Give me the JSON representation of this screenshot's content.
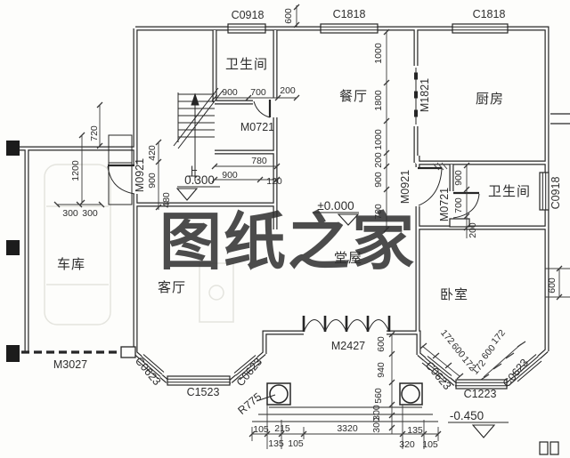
{
  "watermark": {
    "text": "图纸之家",
    "color": "#e03a3a"
  },
  "rooms": {
    "bath_top": "卫生间",
    "dining": "餐厅",
    "kitchen": "厨房",
    "bath_right": "卫生间",
    "garage": "车库",
    "living": "客厅",
    "hall": "堂屋",
    "bedroom": "卧室"
  },
  "openings": {
    "c0918_top": "C0918",
    "c1818_left": "C1818",
    "c1818_right": "C1818",
    "c0918_right": "C0918",
    "m1821": "M1821",
    "m0721_top": "M0721",
    "m0721_right": "M0721",
    "m0921_garage": "M0921",
    "m0921_hall": "M0921",
    "m3027": "M3027",
    "m2427": "M2427",
    "c1523": "C1523",
    "c1223": "C1223",
    "c0623": "C0623",
    "r775": "R775"
  },
  "levels": {
    "up_label": "上",
    "entry": "0.300",
    "main": "±0.000",
    "porch": "-0.450"
  },
  "dims": {
    "top_offset": "600",
    "vchain": [
      "1000",
      "1800",
      "1000",
      "200",
      "900",
      "700"
    ],
    "bath_top_chain": [
      "900",
      "700",
      "200"
    ],
    "pass_780": "780",
    "pass_900": "900",
    "pass_120": "120",
    "left_720": "720",
    "left_1200": "1200",
    "gdoor_420": "420",
    "gdoor_900": "900",
    "gdoor_480": "480",
    "steps": [
      "300",
      "300"
    ],
    "bath_right_chain": [
      "900",
      "700",
      "200"
    ],
    "bed_right": "600",
    "bay_left_chain": [
      "172",
      "600",
      "172"
    ],
    "bay_right_chain": [
      "172",
      "600",
      "172"
    ],
    "porch_chain": [
      "600",
      "940",
      "560",
      "300",
      "300"
    ],
    "bottom_left": [
      "105",
      "215",
      "135",
      "105"
    ],
    "bottom_center": "3320",
    "bottom_right": [
      "135",
      "320",
      "105"
    ]
  },
  "colors": {
    "watermark": "#e03a3a",
    "line": "#2e2e2e"
  }
}
